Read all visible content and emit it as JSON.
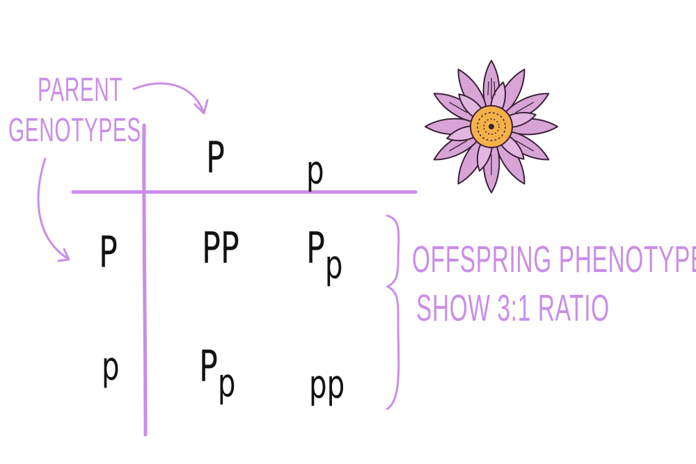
{
  "labels": {
    "parent_line1": "PARENT",
    "parent_line2": "GENOTYPES",
    "offspring_line1": "OFFSPRING PHENOTYPES",
    "offspring_line2": "SHOW 3:1 RATIO"
  },
  "punnett": {
    "top": [
      "P",
      "p"
    ],
    "side": [
      "P",
      "p"
    ],
    "cells": [
      [
        {
          "a": "P",
          "b": "P"
        },
        {
          "a": "P",
          "b": "p"
        }
      ],
      [
        {
          "a": "P",
          "b": "p"
        },
        {
          "a": "p",
          "b": "p"
        }
      ]
    ]
  },
  "colors": {
    "accent": "#c98ee8",
    "ink": "#111111",
    "petal": "#d8a4d6",
    "flower_center": "#f5b048"
  },
  "icons": [
    "flower-icon",
    "curved-arrow-icon",
    "curly-brace-icon"
  ]
}
